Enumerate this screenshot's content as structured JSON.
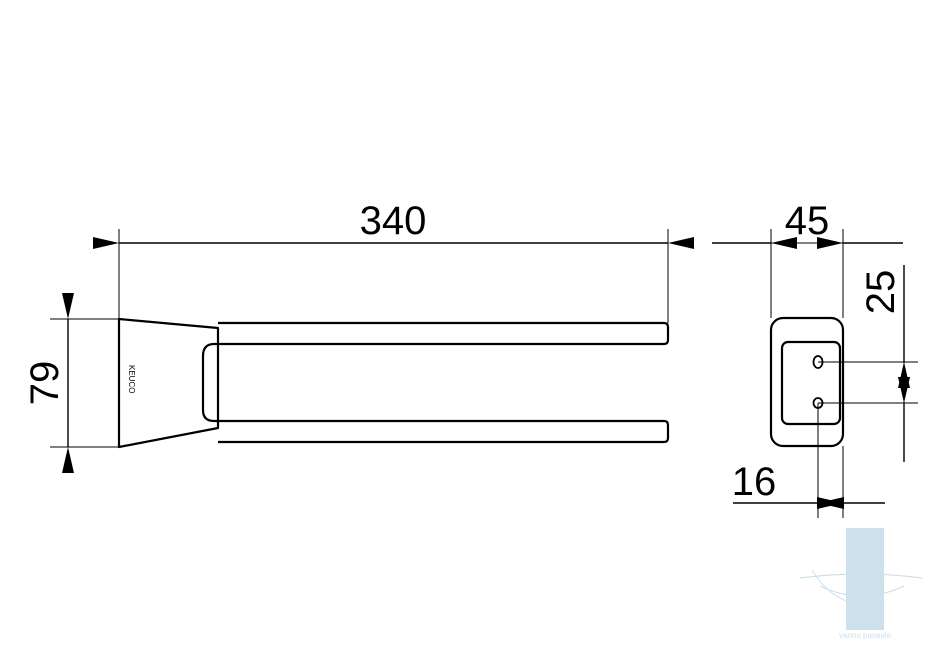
{
  "drawing": {
    "line_color": "#000000",
    "watermark_color": "#c8ddeb"
  },
  "dimensions": {
    "length": "340",
    "height": "79",
    "depth": "45",
    "hole_spacing": "25",
    "hole_offset": "16"
  },
  "labels": {
    "brand_mark": "KEUCO",
    "watermark_text": "vannu pasaule"
  }
}
